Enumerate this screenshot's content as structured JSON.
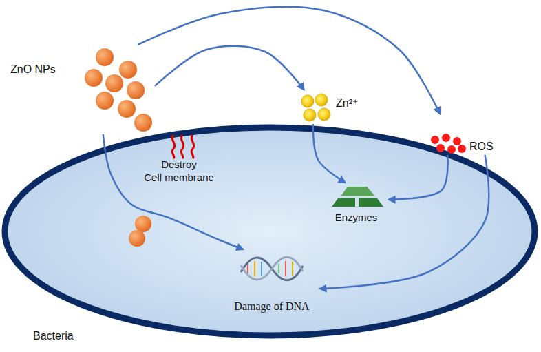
{
  "diagram": {
    "nodes": [
      {
        "text": [
          "Bacteria"
        ]
      },
      {
        "text": [
          "ZnO NPs"
        ]
      },
      {
        "text": [
          "Zn²⁺"
        ]
      },
      {
        "text": [
          "ROS"
        ]
      },
      {
        "text": [
          "Destroy Cell membrane"
        ],
        "in": 0
      },
      {
        "text": [
          "Enzymes"
        ],
        "in": 0
      },
      {
        "text": [
          "Damage of DNA"
        ],
        "in": 0
      }
    ],
    "edges": [
      {
        "from": 1,
        "to": 2,
        "arrow": "to"
      },
      {
        "from": 1,
        "to": 3,
        "arrow": "to"
      },
      {
        "from": 1,
        "to": 6,
        "arrow": "to"
      },
      {
        "from": 2,
        "to": 5,
        "arrow": "to"
      },
      {
        "from": 3,
        "to": 5,
        "arrow": "to"
      },
      {
        "from": 3,
        "to": 6,
        "arrow": "to"
      }
    ]
  }
}
